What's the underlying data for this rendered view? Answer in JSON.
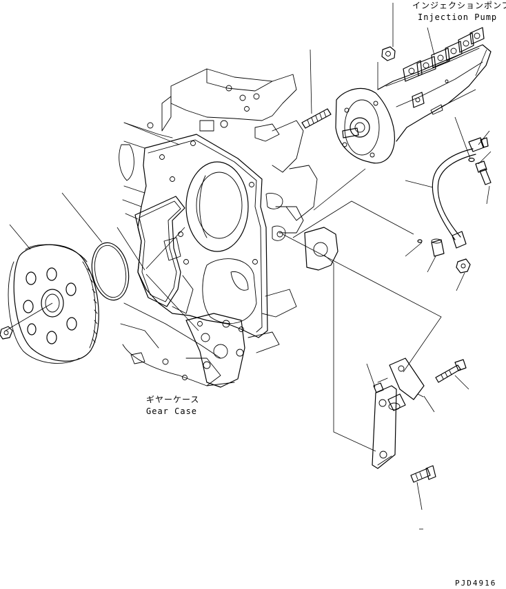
{
  "labels": {
    "injection_pump_jp": "インジェクションポンプ",
    "injection_pump_en": "Injection Pump",
    "gear_case_jp": "ギヤーケース",
    "gear_case_en": "Gear Case",
    "drawing_code": "PJD4916"
  },
  "colors": {
    "line": "#000000",
    "background": "#ffffff"
  }
}
